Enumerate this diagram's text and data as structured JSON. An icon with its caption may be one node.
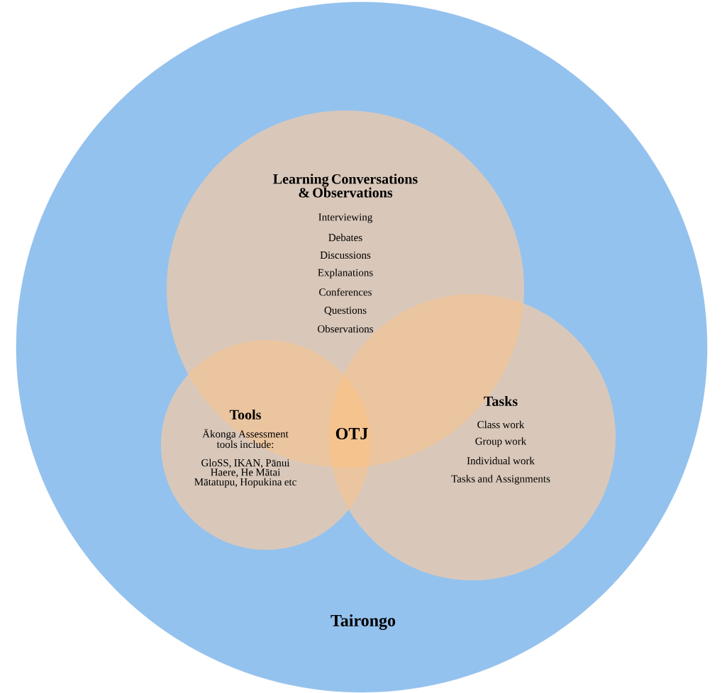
{
  "diagram": {
    "nodes": [
      {
        "text": [
          "Tairongo"
        ]
      },
      {
        "text": [
          "Learning Conversations & Observations",
          "Interviewing",
          "Debates",
          "Discussions",
          "Explanations",
          "Conferences",
          "Questions",
          "Observations"
        ],
        "in": 0
      },
      {
        "text": [
          "Tools",
          "Ākonga Assessment tools include:",
          "GloSS, IKAN, Pānui Haere, He Mātai Mātatupu, Hopukina etc"
        ],
        "in": 0
      },
      {
        "text": [
          "Tasks",
          "Class work",
          "Group work",
          "Individual work",
          "Tasks and Assignments"
        ],
        "in": 0
      }
    ],
    "labels": [
      "OTJ"
    ]
  }
}
